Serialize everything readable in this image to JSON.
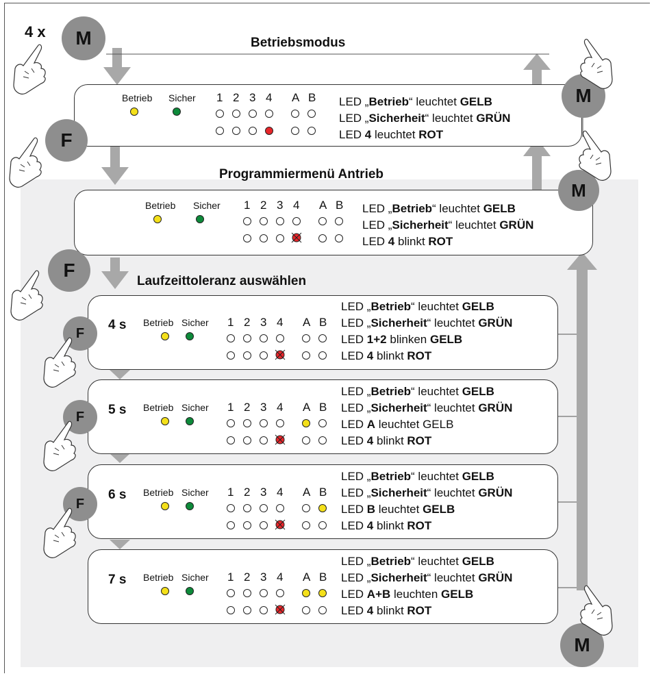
{
  "header": {
    "repeat_label": "4 x",
    "top_button": "M"
  },
  "sections": {
    "mode_title": "Betriebsmodus",
    "program_title": "Programmiermenü Antrieb",
    "tolerance_title": "Laufzeittoleranz auswählen"
  },
  "buttons": {
    "m": "M",
    "f": "F"
  },
  "led_labels": {
    "betrieb": "Betrieb",
    "sicher": "Sicher",
    "n1": "1",
    "n2": "2",
    "n3": "3",
    "n4": "4",
    "a": "A",
    "b": "B"
  },
  "colors": {
    "yellow": "#f4e01a",
    "green": "#0d8a3a",
    "red": "#e8262a",
    "button_grey": "#8e8e8e",
    "arrow_grey": "#a8a8a8",
    "panel": "#efeff0"
  },
  "mode_box": {
    "desc": [
      [
        "LED „",
        "Betrieb",
        "“ leuchtet ",
        "GELB"
      ],
      [
        "LED „",
        "Sicherheit",
        "“ leuchtet ",
        "GRÜN"
      ],
      [
        "LED ",
        "4",
        " leuchtet ",
        "ROT"
      ]
    ]
  },
  "program_box": {
    "desc": [
      [
        "LED „",
        "Betrieb",
        "“ leuchtet ",
        "GELB"
      ],
      [
        "LED „",
        "Sicherheit",
        "“ leuchtet ",
        "GRÜN"
      ],
      [
        "LED ",
        "4",
        " blinkt ",
        "ROT"
      ]
    ]
  },
  "options": [
    {
      "seconds": "4 s",
      "desc": [
        [
          "LED „",
          "Betrieb",
          "“ leuchtet ",
          "GELB"
        ],
        [
          "LED „",
          "Sicherheit",
          "“ leuchtet ",
          "GRÜN"
        ],
        [
          "LED ",
          "1+2",
          " blinken ",
          "GELB"
        ],
        [
          "LED ",
          "4",
          " blinkt ",
          "ROT"
        ]
      ]
    },
    {
      "seconds": "5 s",
      "desc": [
        [
          "LED „",
          "Betrieb",
          "“ leuchtet ",
          "GELB"
        ],
        [
          "LED „",
          "Sicherheit",
          "“ leuchtet ",
          "GRÜN"
        ],
        [
          "LED ",
          "A",
          " leuchtet GELB",
          ""
        ],
        [
          "LED ",
          "4",
          " blinkt ",
          "ROT"
        ]
      ]
    },
    {
      "seconds": "6 s",
      "desc": [
        [
          "LED „",
          "Betrieb",
          "“ leuchtet ",
          "GELB"
        ],
        [
          "LED „",
          "Sicherheit",
          "“ leuchtet ",
          "GRÜN"
        ],
        [
          "LED ",
          "B",
          " leuchtet ",
          "GELB"
        ],
        [
          "LED ",
          "4",
          " blinkt ",
          "ROT"
        ]
      ]
    },
    {
      "seconds": "7 s",
      "desc": [
        [
          "LED „",
          "Betrieb",
          "“ leuchtet ",
          "GELB"
        ],
        [
          "LED „",
          "Sicherheit",
          "“ leuchtet ",
          "GRÜN"
        ],
        [
          "LED ",
          "A+B",
          " leuchten ",
          "GELB"
        ],
        [
          "LED ",
          "4",
          " blinkt ",
          "ROT"
        ]
      ]
    }
  ]
}
